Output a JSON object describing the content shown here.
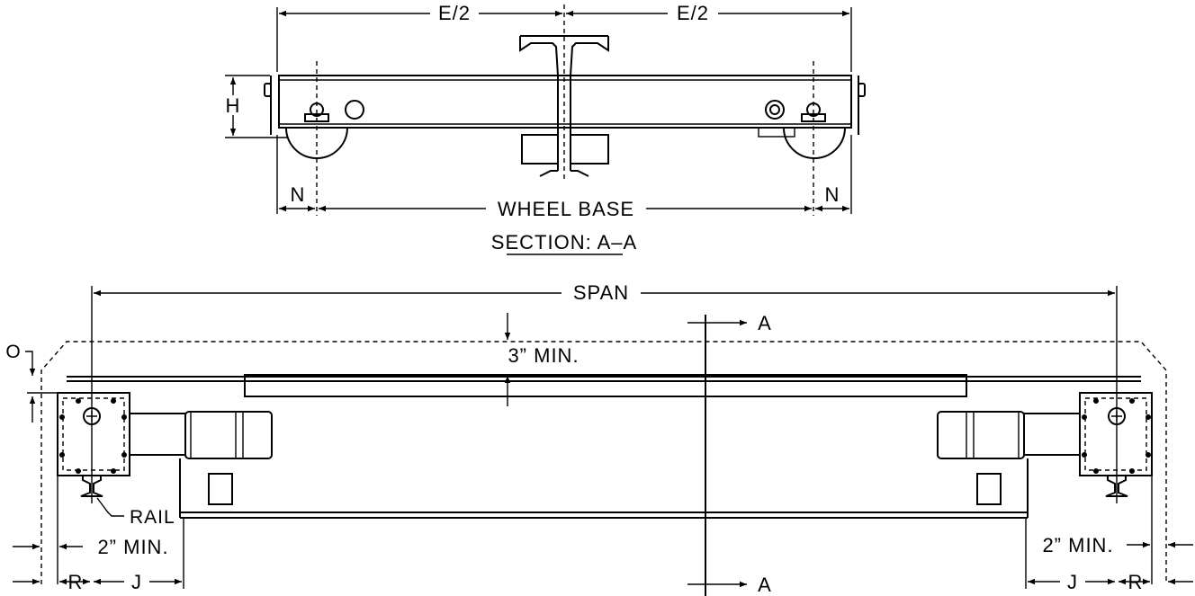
{
  "section_view": {
    "dim_e_half_left": "E/2",
    "dim_e_half_right": "E/2",
    "dim_h": "H",
    "dim_n_left": "N",
    "dim_n_right": "N",
    "dim_wheel_base": "WHEEL BASE",
    "section_caption": "SECTION: A–A"
  },
  "plan_view": {
    "dim_span": "SPAN",
    "section_marker_top": "A",
    "section_marker_bottom": "A",
    "dim_clearance_top": "3” MIN.",
    "dim_o": "O",
    "label_rail": "RAIL",
    "dim_side_clear_left": "2” MIN.",
    "dim_side_clear_right": "2” MIN.",
    "dim_r_left": "R",
    "dim_j_left": "J",
    "dim_j_right": "J",
    "dim_r_right": "R"
  }
}
